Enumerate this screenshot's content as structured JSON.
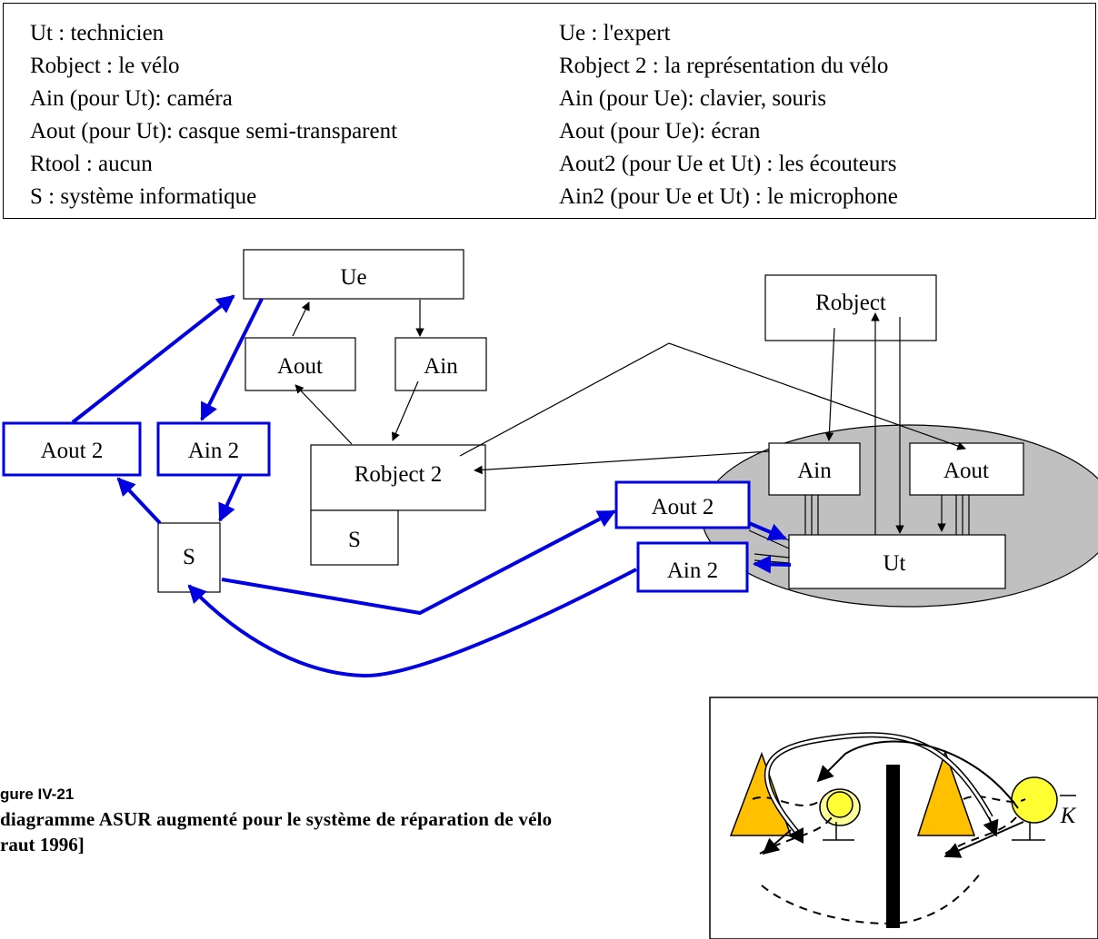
{
  "legend": {
    "left": [
      "Ut : technicien",
      "Robject : le vélo",
      "Ain (pour Ut): caméra",
      "Aout (pour Ut): casque semi-transparent",
      "Rtool : aucun",
      "S : système informatique"
    ],
    "right": [
      "Ue : l'expert",
      "Robject 2 : la représentation du vélo",
      "Ain (pour Ue): clavier, souris",
      "Aout (pour Ue): écran",
      "Aout2 (pour Ue et Ut) : les écouteurs",
      "Ain2 (pour Ue et Ut) : le microphone"
    ]
  },
  "nodes": {
    "ue": "Ue",
    "aout_ue": "Aout",
    "ain_ue": "Ain",
    "aout2_left": "Aout 2",
    "ain2_left": "Ain 2",
    "robject2": "Robject 2",
    "s_under_robject2": "S",
    "s_main": "S",
    "robject": "Robject",
    "ain_ut": "Ain",
    "aout_ut": "Aout",
    "aout2_right": "Aout 2",
    "ain2_right": "Ain 2",
    "ut": "Ut"
  },
  "inset": {
    "symbol": "K"
  },
  "caption": {
    "figure": "gure IV-21",
    "line1": "diagramme ASUR augmenté pour le système de réparation de vélo",
    "line2": "raut 1996]"
  },
  "colors": {
    "blue_link": "#0000e0",
    "gray_ellipse": "#c0c0c0",
    "yellow": "#ffff33",
    "orange": "#ffc000"
  }
}
